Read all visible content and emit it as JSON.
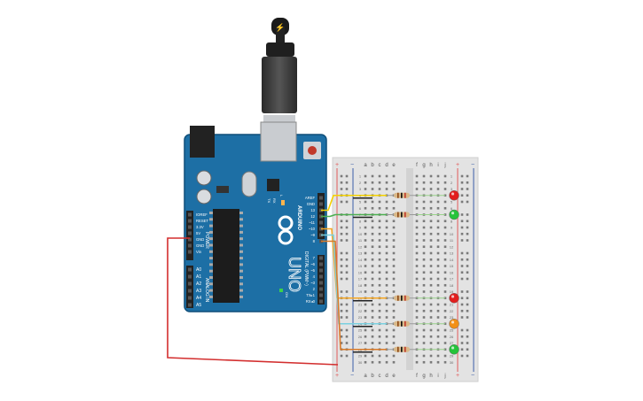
{
  "usb": {
    "bolt": "⚡"
  },
  "arduino": {
    "brand": "ARDUINO",
    "model": "UNO",
    "digital_label": "DIGITAL (PWM~)",
    "power_label": "POWER",
    "analog_label": "ANALOG IN",
    "on_label": "ON",
    "led_l": "L",
    "led_tx": "TX",
    "led_rx": "RX",
    "top_pins": [
      "AREF",
      "GND",
      "13",
      "12",
      "~11",
      "~10",
      "~9",
      "8"
    ],
    "bottom_digital_pins": [
      "7",
      "~6",
      "~5",
      "4",
      "~3",
      "2",
      "TX▸1",
      "RX◂0"
    ],
    "power_pins": [
      "IOREF",
      "RESET",
      "3.3V",
      "5V",
      "GND",
      "GND",
      "Vin"
    ],
    "analog_pins": [
      "A0",
      "A1",
      "A2",
      "A3",
      "A4",
      "A5"
    ]
  },
  "breadboard": {
    "plus": "+",
    "minus": "−",
    "cols_left": [
      "a",
      "b",
      "c",
      "d",
      "e"
    ],
    "cols_right": [
      "f",
      "g",
      "h",
      "i",
      "j"
    ],
    "row_numbers": [
      "1",
      "2",
      "3",
      "4",
      "5",
      "6",
      "7",
      "8",
      "9",
      "10",
      "11",
      "12",
      "13",
      "14",
      "15",
      "16",
      "17",
      "18",
      "19",
      "20",
      "21",
      "22",
      "23",
      "24",
      "25",
      "26",
      "27",
      "28",
      "29",
      "30"
    ]
  },
  "components": {
    "leds": [
      {
        "color": "#e21d1d",
        "row": 4
      },
      {
        "color": "#26c33a",
        "row": 7
      },
      {
        "color": "#e21d1d",
        "row": 20
      },
      {
        "color": "#f28f16",
        "row": 24
      },
      {
        "color": "#26c33a",
        "row": 28
      }
    ],
    "wires": [
      {
        "color": "#f5d200",
        "pin": "13",
        "row": 4
      },
      {
        "color": "#4caf50",
        "pin": "12",
        "row": 7
      },
      {
        "color": "#f5a623",
        "pin": "~10",
        "row": 20
      },
      {
        "color": "#7ad0e0",
        "pin": "~9",
        "row": 24
      },
      {
        "color": "#d97b2a",
        "pin": "8",
        "row": 28
      },
      {
        "color": "#d32f2f",
        "pin": "GND",
        "row": "rail"
      }
    ]
  }
}
